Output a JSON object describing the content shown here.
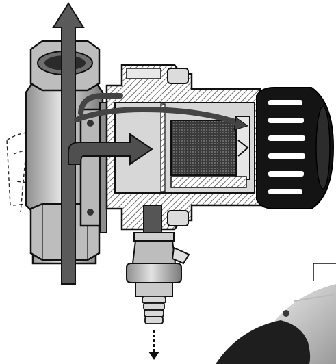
{
  "diagram": {
    "colors": {
      "outline": "#111111",
      "hatch": "#6a6a6a",
      "body_fill": "#cfcfcf",
      "body_shade": "#9d9d9d",
      "flow_arrow": "#5a5a5a",
      "knob": "#141414",
      "photo_dark": "#1e1e1e",
      "photo_light": "#d9d9d9",
      "background": "#ffffff"
    },
    "icons": [
      "flow-up-arrow",
      "inlet-flow-arrow",
      "drain-flow-arrow"
    ]
  }
}
